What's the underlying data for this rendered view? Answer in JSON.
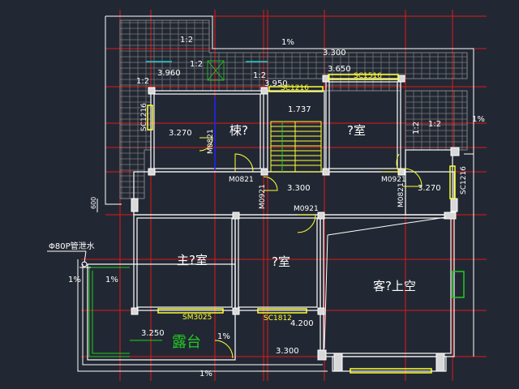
{
  "colors": {
    "background": "#222833",
    "axis": "#e01818",
    "wall": "#ffffff",
    "dimension": "#ffffff",
    "room_text": "#ffffff",
    "label_yellow": "#ffff33",
    "green": "#22cc22",
    "cyan": "#22cccc",
    "blue": "#2222ff",
    "hatch": "#888888"
  },
  "rooms": [
    {
      "key": "bed_main",
      "label": "主?室"
    },
    {
      "key": "bed_mid",
      "label": "?室"
    },
    {
      "key": "bed_ne",
      "label": "?室"
    },
    {
      "key": "study",
      "label": "梀?"
    },
    {
      "key": "living_void",
      "label": "客?上空"
    },
    {
      "key": "terrace",
      "label": "露台"
    }
  ],
  "elevations": [
    {
      "key": "e1",
      "value": "3.960"
    },
    {
      "key": "e2",
      "value": "3.950"
    },
    {
      "key": "e3",
      "value": "3.300"
    },
    {
      "key": "e4",
      "value": "3.650"
    },
    {
      "key": "e5",
      "value": "1.737"
    },
    {
      "key": "e6",
      "value": "3.270"
    },
    {
      "key": "e7",
      "value": "3.300"
    },
    {
      "key": "e8",
      "value": "3.270"
    },
    {
      "key": "e9",
      "value": "3.250"
    },
    {
      "key": "e10",
      "value": "4.200"
    },
    {
      "key": "e11",
      "value": "3.300"
    }
  ],
  "openings": [
    {
      "key": "w_top",
      "label": "SC1516"
    },
    {
      "key": "w_stair",
      "label": "SC1216"
    },
    {
      "key": "w_left",
      "label": "SC1216"
    },
    {
      "key": "w_right",
      "label": "SC1216"
    },
    {
      "key": "sm",
      "label": "SM3025"
    },
    {
      "key": "sc_bottom",
      "label": "SC1812"
    },
    {
      "key": "d_study_v",
      "label": "M0821"
    },
    {
      "key": "d_study",
      "label": "M0821"
    },
    {
      "key": "d_ne",
      "label": "M0921"
    },
    {
      "key": "d_e",
      "label": "M0821"
    },
    {
      "key": "d_hall_v",
      "label": "M0921"
    },
    {
      "key": "d_hall",
      "label": "M0921"
    }
  ],
  "slopes": [
    {
      "key": "s1",
      "value": "1:2"
    },
    {
      "key": "s2",
      "value": "1:2"
    },
    {
      "key": "s3",
      "value": "1:2"
    },
    {
      "key": "s4",
      "value": "1:2"
    },
    {
      "key": "s5",
      "value": "1:2"
    },
    {
      "key": "s6",
      "value": "1:2"
    }
  ],
  "percents": [
    {
      "key": "p_top",
      "value": "1%"
    },
    {
      "key": "p_right",
      "value": "1%"
    },
    {
      "key": "p_left1",
      "value": "1%"
    },
    {
      "key": "p_left2",
      "value": "1%"
    },
    {
      "key": "p_terrace",
      "value": "1%"
    },
    {
      "key": "p_bottom",
      "value": "1%"
    }
  ],
  "notes": {
    "drain": "Φ80P管泄水",
    "dim_left": "600"
  }
}
